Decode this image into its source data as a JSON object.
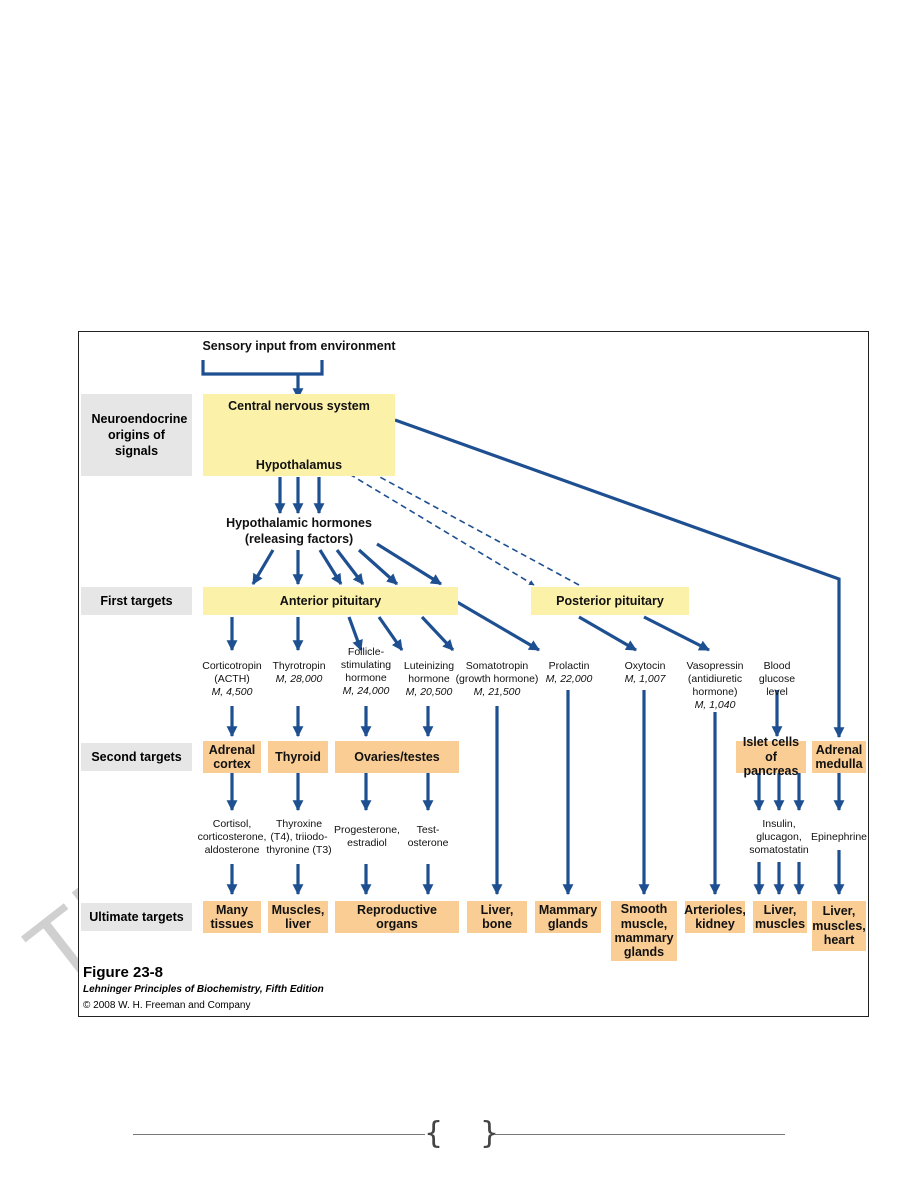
{
  "watermark": "The Lecture Suite",
  "diagram": {
    "sensory_input": "Sensory input from environment",
    "row_labels": {
      "neuroendocrine": "Neuroendocrine origins of signals",
      "first_targets": "First targets",
      "second_targets": "Second targets",
      "ultimate_targets": "Ultimate targets"
    },
    "cns": "Central nervous system",
    "hypothalamus": "Hypothalamus",
    "hypothalamic_hormones": "Hypothalamic hormones",
    "releasing_factors": "(releasing factors)",
    "anterior_pituitary": "Anterior pituitary",
    "posterior_pituitary": "Posterior pituitary",
    "hormones": {
      "corticotropin": [
        "Corticotropin",
        "(ACTH)",
        "M, 4,500"
      ],
      "thyrotropin": [
        "Thyrotropin",
        "M, 28,000"
      ],
      "fsh": [
        "Follicle-",
        "stimulating",
        "hormone",
        "M, 24,000"
      ],
      "lh": [
        "Luteinizing",
        "hormone",
        "M, 20,500"
      ],
      "somatotropin": [
        "Somatotropin",
        "(growth hormone)",
        "M, 21,500"
      ],
      "prolactin": [
        "Prolactin",
        "M, 22,000"
      ],
      "oxytocin": [
        "Oxytocin",
        "M, 1,007"
      ],
      "vasopressin": [
        "Vasopressin",
        "(antidiuretic",
        "hormone)",
        "M, 1,040"
      ],
      "blood_glucose": [
        "Blood",
        "glucose",
        "level"
      ]
    },
    "second": {
      "adrenal_cortex": [
        "Adrenal",
        "cortex"
      ],
      "thyroid": [
        "Thyroid"
      ],
      "ovaries": [
        "Ovaries/testes"
      ],
      "islet": [
        "Islet cells of",
        "pancreas"
      ],
      "adrenal_medulla": [
        "Adrenal",
        "medulla"
      ]
    },
    "products": {
      "cortisol": [
        "Cortisol,",
        "corticosterone,",
        "aldosterone"
      ],
      "thyroxine": [
        "Thyroxine",
        "(T4), triiodo-",
        "thyronine (T3)"
      ],
      "progesterone": [
        "Progesterone,",
        "estradiol"
      ],
      "testosterone": [
        "Test-",
        "osterone"
      ],
      "insulin": [
        "Insulin,",
        "glucagon,",
        "somatostatin"
      ],
      "epinephrine": [
        "Epinephrine"
      ]
    },
    "ultimate": {
      "many_tissues": [
        "Many",
        "tissues"
      ],
      "muscles_liver": [
        "Muscles,",
        "liver"
      ],
      "reproductive": [
        "Reproductive organs"
      ],
      "liver_bone": [
        "Liver,",
        "bone"
      ],
      "mammary": [
        "Mammary",
        "glands"
      ],
      "smooth_muscle": [
        "Smooth",
        "muscle,",
        "mammary",
        "glands"
      ],
      "arterioles": [
        "Arterioles,",
        "kidney"
      ],
      "liver_muscles": [
        "Liver,",
        "muscles"
      ],
      "liver_muscles_heart": [
        "Liver,",
        "muscles,",
        "heart"
      ]
    },
    "caption": {
      "figure": "Figure 23-8",
      "book": "Lehninger Principles of Biochemistry, Fifth Edition",
      "copyright": "© 2008 W. H. Freeman and Company"
    },
    "colors": {
      "yellow": "#fcf1a8",
      "orange": "#f9cd93",
      "arrow": "#1d4f91",
      "label_gray": "#e6e6e6"
    }
  }
}
